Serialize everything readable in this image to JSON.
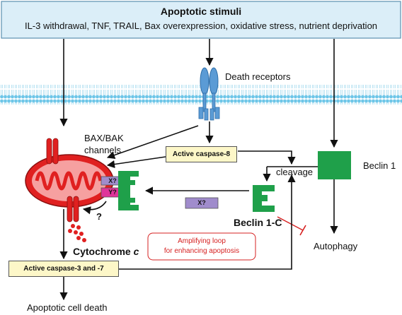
{
  "header": {
    "title": "Apoptotic stimuli",
    "subtitle": "IL-3 withdrawal, TNF, TRAIL, Bax overexpression, oxidative stress, nutrient deprivation"
  },
  "labels": {
    "death_receptors": "Death receptors",
    "bax_bak": "BAX/BAK",
    "channels": "channels",
    "active_caspase8": "Active caspase-8",
    "cleavage": "cleavage",
    "beclin1": "Beclin 1",
    "x_q1": "X?",
    "y_q": "Y?",
    "x_q2": "X?",
    "question": "?",
    "beclin1c": "Beclin 1-C",
    "autophagy": "Autophagy",
    "cytochrome_prefix": "Cytochrome ",
    "cytochrome_c": "c",
    "amplifying_loop_1": "Amplifying loop",
    "amplifying_loop_2": "for enhancing apoptosis",
    "active_caspase37": "Active caspase-3 and -7",
    "apoptotic_death": "Apoptotic cell death"
  },
  "colors": {
    "header_fill": "#dbeef8",
    "header_stroke": "#5b8fb0",
    "membrane": "#6ec6e8",
    "receptor": "#5b9bd5",
    "caspase_box": "#fdf7c8",
    "beclin": "#1fa04a",
    "mito": "#e02020",
    "purple": "#a08ccc",
    "pink": "#e0359a",
    "loop_text": "#d62020"
  }
}
